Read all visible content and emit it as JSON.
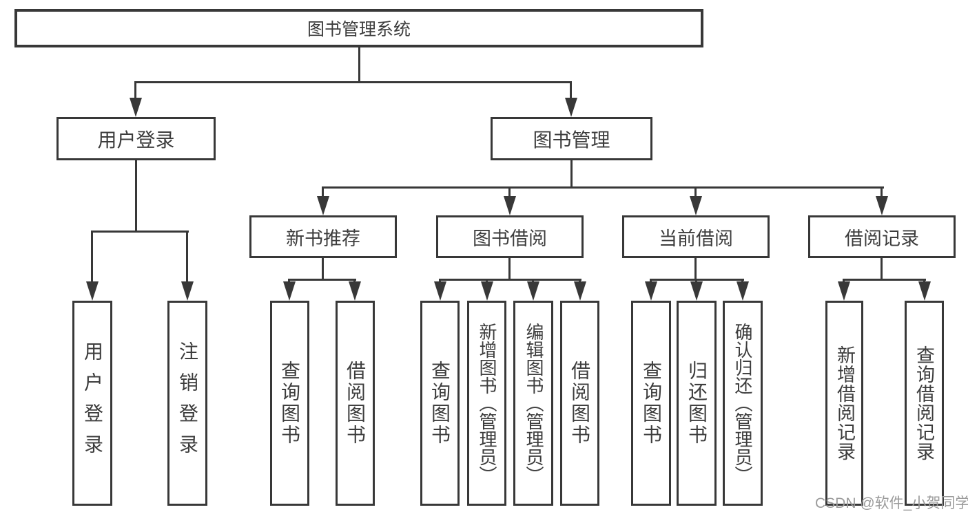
{
  "labels": {
    "root": "图书管理系统",
    "user_login": "用户登录",
    "book_management": "图书管理",
    "new_book_recommend": "新书推荐",
    "book_borrowing": "图书借阅",
    "current_borrowing": "当前借阅",
    "borrowing_records": "借阅记录",
    "leaf_user_login": "用户登录",
    "leaf_logout": "注销登录",
    "leaf_query_books_1": "查询图书",
    "leaf_borrow_books_1": "借阅图书",
    "leaf_query_books_2": "查询图书",
    "leaf_add_books_admin": "新增图书（管理员）",
    "leaf_edit_books_admin": "编辑图书（管理员）",
    "leaf_borrow_books_2": "借阅图书",
    "leaf_query_books_3": "查询图书",
    "leaf_return_books": "归还图书",
    "leaf_confirm_return_admin": "确认归还（管理员）",
    "leaf_add_borrow_record": "新增借阅记录",
    "leaf_query_borrow_record": "查询借阅记录"
  },
  "watermark": "CSDN @软件_小贺同学",
  "colors": {
    "line": "#383838",
    "text": "#3d3d3d",
    "watermark_text": "#9b9b9b",
    "background": "#ffffff"
  }
}
